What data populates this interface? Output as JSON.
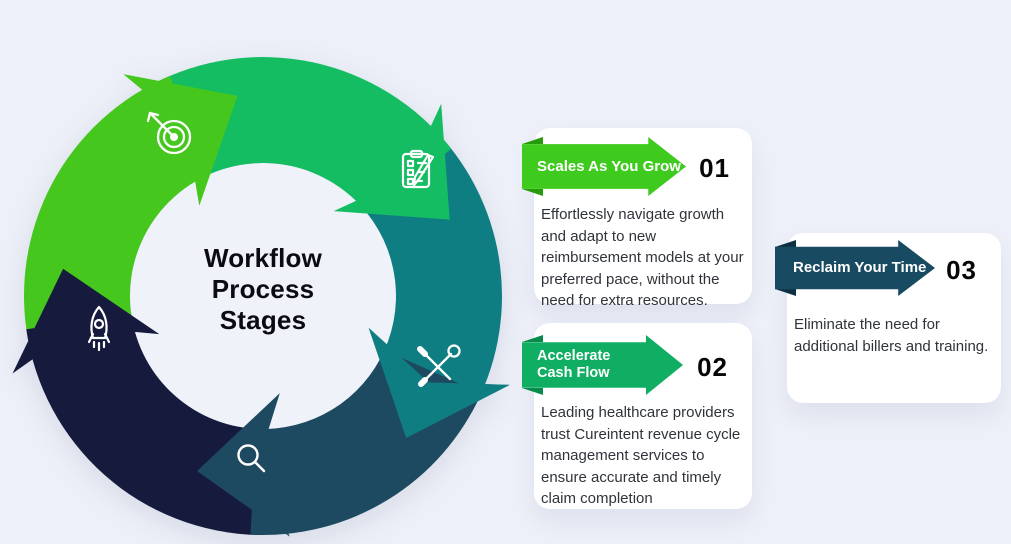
{
  "page": {
    "background": "#edf0f8",
    "bottom_strip_color": "#ffffff"
  },
  "diagram": {
    "title_lines": [
      "Workflow",
      "Process",
      "Stages"
    ],
    "segments": [
      {
        "name": "green",
        "color": "#15bd62",
        "icon": "clipboard-checklist-icon"
      },
      {
        "name": "teal",
        "color": "#0f7e82",
        "icon": "wrench-screwdriver-icon"
      },
      {
        "name": "slate",
        "color": "#1d4a60",
        "icon": "search-icon"
      },
      {
        "name": "navy",
        "color": "#161b3d",
        "icon": "rocket-icon"
      },
      {
        "name": "lime",
        "color": "#45c71e",
        "icon": "target-icon"
      }
    ]
  },
  "cards": [
    {
      "number": "01",
      "title": "Scales As You Grow",
      "body": "Effortlessly navigate growth and adapt to new reimbursement models at your preferred pace, without the need for extra resources.",
      "arrow_color": "#3ecb1d",
      "fold_color": "#259b0a"
    },
    {
      "number": "02",
      "title": "Accelerate Cash Flow",
      "body": "Leading healthcare providers trust Cureintent revenue cycle management services to ensure accurate and timely claim completion",
      "arrow_color": "#0fae63",
      "fold_color": "#078b4b"
    },
    {
      "number": "03",
      "title": "Reclaim Your Time",
      "body": "Eliminate the need for additional billers and training.",
      "arrow_color": "#184a61",
      "fold_color": "#0d3143"
    }
  ]
}
